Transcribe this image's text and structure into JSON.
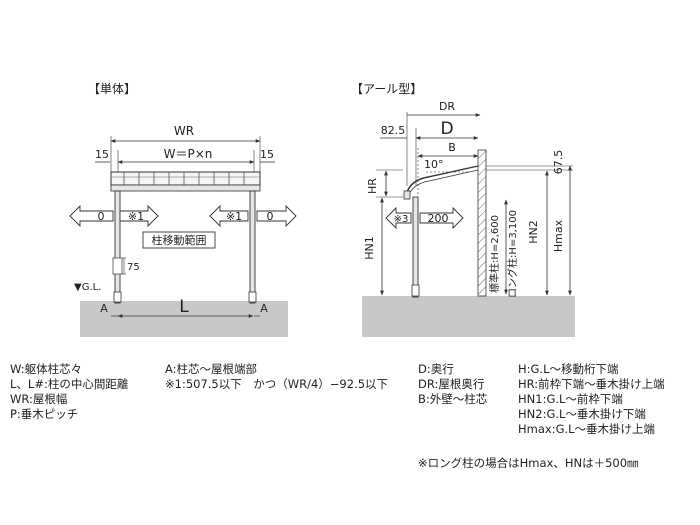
{
  "single": {
    "title": "【単体】",
    "wr": "WR",
    "w_eq": "W＝P×n",
    "left_offset": "15",
    "right_offset": "15",
    "arrow_left_value": "0",
    "arrow_left_note": "※1",
    "arrow_right_value": "0",
    "arrow_right_note": "※1",
    "post_range": "柱移動範囲",
    "gl": "▼G.L.",
    "dim_75": "75",
    "a_left": "A",
    "a_right": "A",
    "l": "L"
  },
  "arch": {
    "title": "【アール型】",
    "dr": "DR",
    "d": "D",
    "dim_82_5": "82.5",
    "b": "B",
    "angle": "10°",
    "dim_67_5": "67.5",
    "hr": "HR",
    "arrow_note": "※3",
    "arrow_value": "200",
    "hn1": "HN1",
    "std_post": "標準柱:H=2,600",
    "long_post": "ロング柱:H=3,100",
    "hn2": "HN2",
    "hmax": "Hmax"
  },
  "legend": {
    "col1": [
      "W:躯体柱芯々",
      "L、L#:柱の中心間距離",
      "WR:屋根幅",
      "P:垂木ピッチ"
    ],
    "col2": [
      "A:柱芯～屋根端部",
      "※1:507.5以下　かつ（WR/4）−92.5以下"
    ],
    "col3": [
      "D:奥行",
      "DR:屋根奥行",
      "B:外壁～柱芯"
    ],
    "col4": [
      "H:G.L～移動桁下端",
      "HR:前枠下端～垂木掛け上端",
      "HN1:G.L～前枠下端",
      "HN2:G.L～垂木掛け下端",
      "Hmax:G.L～垂木掛け上端"
    ]
  },
  "footnote": "※ロング柱の場合はHmax、HNは＋500㎜"
}
